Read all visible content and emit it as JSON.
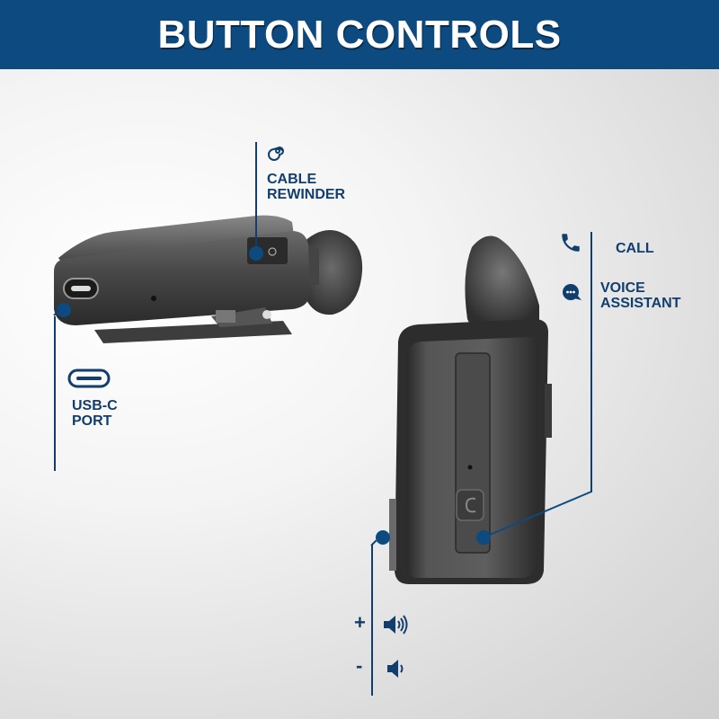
{
  "header": {
    "title": "BUTTON CONTROLS",
    "background_color": "#0d4a80",
    "text_color": "#ffffff"
  },
  "callouts": {
    "cable_rewinder": {
      "line1": "CABLE",
      "line2": "REWINDER",
      "icon": "spiral-icon"
    },
    "usb_c": {
      "line1": "USB-C",
      "line2": "PORT",
      "icon": "usb-c-icon"
    },
    "call": {
      "label": "CALL",
      "icon": "phone-icon"
    },
    "voice_assistant": {
      "line1": "VOICE",
      "line2": "ASSISTANT",
      "icon": "chat-bubble-icon"
    },
    "volume": {
      "up": {
        "symbol": "+",
        "icon": "volume-up-icon"
      },
      "down": {
        "symbol": "-",
        "icon": "volume-down-icon"
      }
    }
  },
  "accent_color": "#123e6e"
}
